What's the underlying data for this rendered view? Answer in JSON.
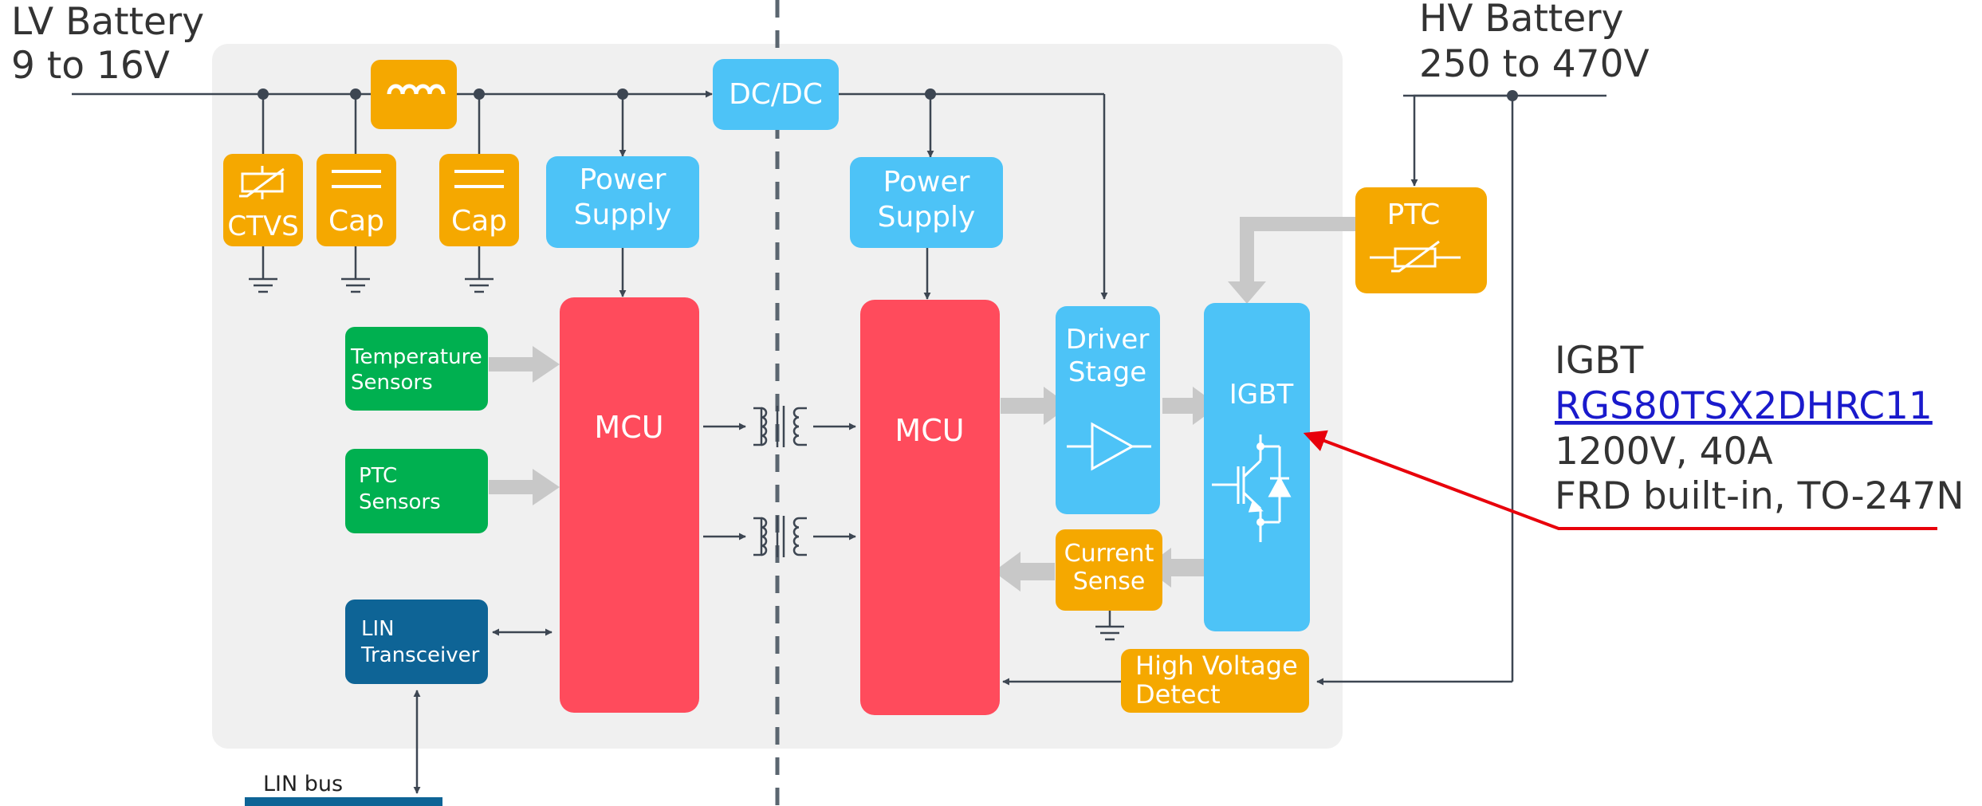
{
  "lv_battery": {
    "line1": "LV Battery",
    "line2": "9 to 16V"
  },
  "hv_battery": {
    "line1": "HV Battery",
    "line2": "250 to 470V"
  },
  "blocks": {
    "ctvs": "CTVS",
    "cap1": "Cap",
    "cap2": "Cap",
    "dcdc": "DC/DC",
    "ps_left": [
      "Power",
      "Supply"
    ],
    "ps_right": [
      "Power",
      "Supply"
    ],
    "temp_sensors": [
      "Temperature",
      "Sensors"
    ],
    "ptc_sensors": [
      "PTC",
      "Sensors"
    ],
    "lin_transceiver": [
      "LIN",
      "Transceiver"
    ],
    "mcu_left": "MCU",
    "mcu_right": "MCU",
    "driver_stage": [
      "Driver",
      "Stage"
    ],
    "igbt": "IGBT",
    "ptc": "PTC",
    "current_sense": [
      "Current",
      "Sense"
    ],
    "hv_detect": [
      "High Voltage",
      "Detect"
    ],
    "lin_bus": "LIN bus"
  },
  "callout": {
    "title": "IGBT",
    "part_link": "RGS80TSX2DHRC11",
    "rating": "1200V, 40A",
    "features": "FRD built-in, TO-247N"
  },
  "colors": {
    "orange": "#f5a800",
    "light_blue": "#4dc3f7",
    "green": "#00b050",
    "dark_blue": "#0e6496",
    "red": "#ff4b5c",
    "panel": "#f0f0f0",
    "callout_arrow": "#e8000b",
    "link": "#1a1acc"
  }
}
